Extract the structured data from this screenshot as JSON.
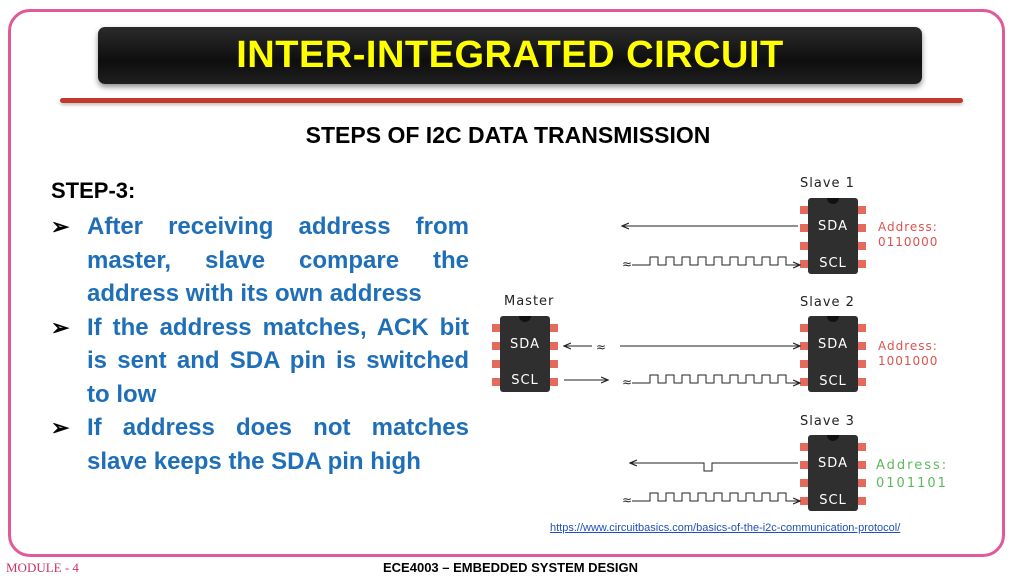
{
  "header": {
    "title": "INTER-INTEGRATED CIRCUIT"
  },
  "subtitle": "STEPS OF I2C DATA TRANSMISSION",
  "step": {
    "heading": "STEP-3:",
    "bullets": [
      "After receiving address from master, slave compare the address with its own address",
      "If the address matches, ACK bit is sent  and SDA pin is switched to low",
      "If address does not matches slave keeps the SDA pin high"
    ]
  },
  "diagram": {
    "master_label": "Master",
    "sda_label": "SDA",
    "scl_label": "SCL",
    "address_label": "Address:",
    "slaves": [
      {
        "name": "Slave 1",
        "address": "0110000",
        "color": "#d9534f"
      },
      {
        "name": "Slave 2",
        "address": "1001000",
        "color": "#d9534f"
      },
      {
        "name": "Slave 3",
        "address": "0101101",
        "color": "#5cb85c"
      }
    ],
    "chip_color": "#2f2f2f",
    "pin_color": "#e36a5c"
  },
  "source_url": "https://www.circuitbasics.com/basics-of-the-i2c-communication-protocol/",
  "footer": {
    "module": "MODULE - 4",
    "course": "ECE4003 – EMBEDDED SYSTEM DESIGN"
  }
}
